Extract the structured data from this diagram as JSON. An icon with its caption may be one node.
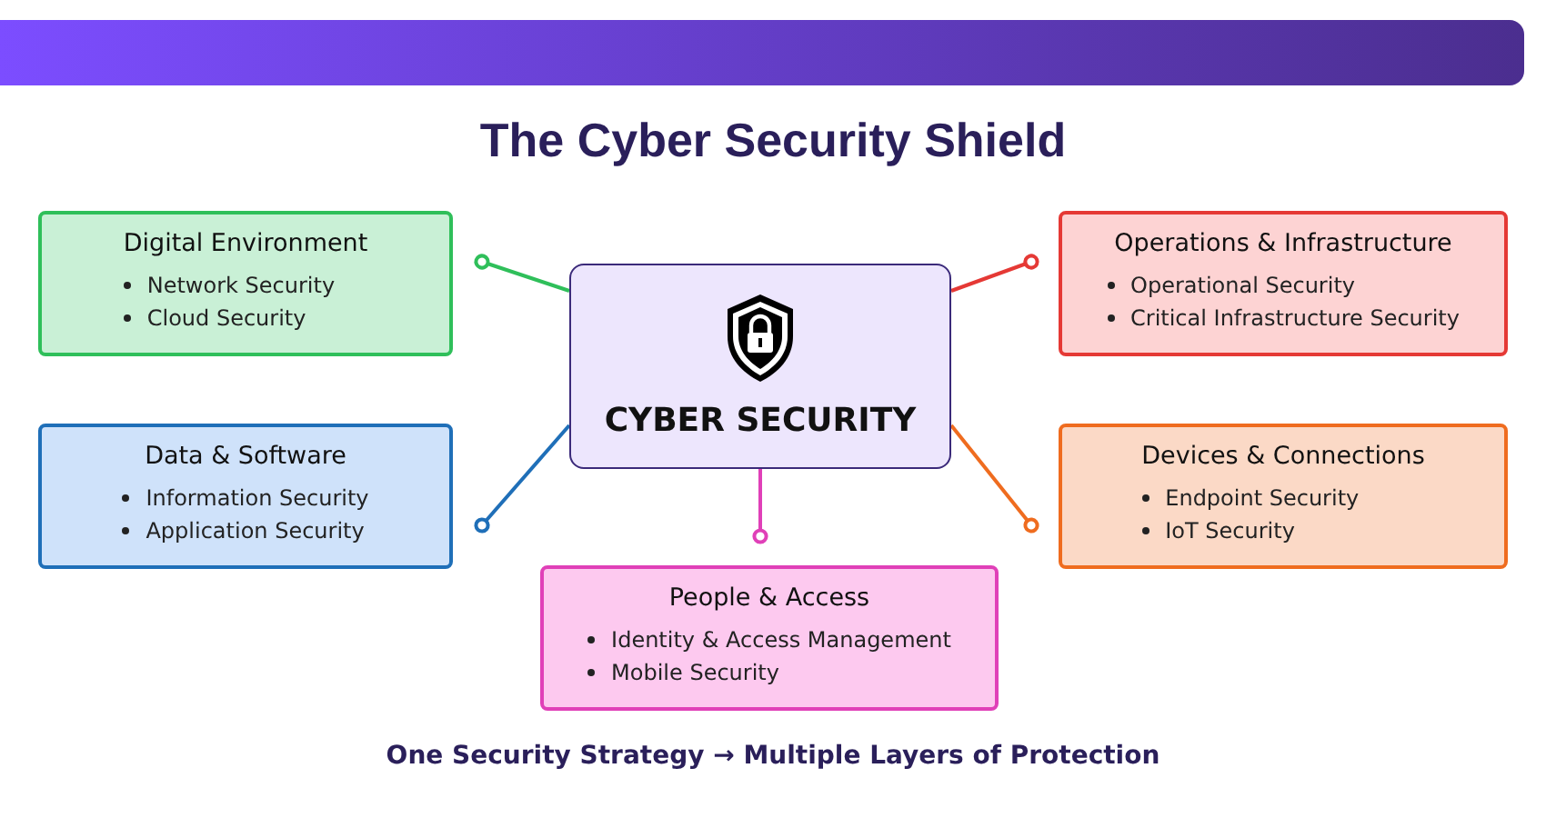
{
  "diagram": {
    "title": "The Cyber Security Shield",
    "caption": "One Security Strategy → Multiple Layers of Protection",
    "nodes": [
      {
        "text": [
          "Digital Environment",
          "Network Security",
          "Cloud Security"
        ]
      },
      {
        "text": [
          "CYBER SECURITY"
        ]
      },
      {
        "text": [
          "Operations & Infrastructure",
          "Operational Security",
          "Critical Infrastructure Security"
        ]
      },
      {
        "text": [
          "Data & Software",
          "Information Security",
          "Application Security"
        ]
      },
      {
        "text": [
          "Devices & Connections",
          "Endpoint Security",
          "IoT Security"
        ]
      },
      {
        "text": [
          "People & Access",
          "Identity & Access Management",
          "Mobile Security"
        ]
      }
    ],
    "edges": [
      {
        "from": 1,
        "to": 0,
        "arrow": "other",
        "color": "#2fbf5a"
      },
      {
        "from": 1,
        "to": 2,
        "arrow": "other",
        "color": "#e53935"
      },
      {
        "from": 1,
        "to": 3,
        "arrow": "other",
        "color": "#1f6fb8"
      },
      {
        "from": 1,
        "to": 4,
        "arrow": "other",
        "color": "#ef6c1f"
      },
      {
        "from": 1,
        "to": 5,
        "arrow": "other",
        "color": "#e040b8"
      }
    ]
  }
}
